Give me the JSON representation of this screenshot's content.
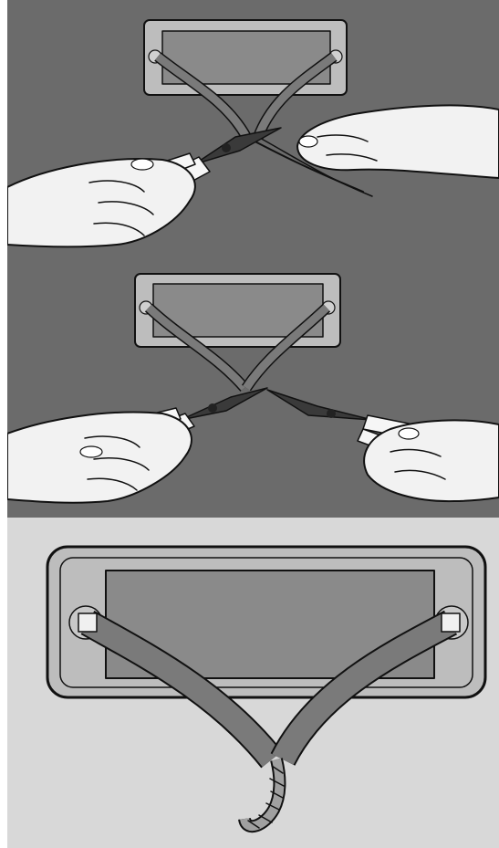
{
  "figure": {
    "panels": [
      {
        "step": 1,
        "depicts": "pliers-twisting-wire-ends",
        "background": "#6b6b6b"
      },
      {
        "step": 2,
        "depicts": "two-pliers-twisting-wires",
        "background": "#6b6b6b"
      },
      {
        "step": 3,
        "depicts": "twisted-earth-tail-from-box",
        "background": "#d8d8d8"
      }
    ],
    "colors": {
      "dark_panel_bg": "#6b6b6b",
      "light_panel_bg": "#d8d8d8",
      "box_frame": "#bdbdbd",
      "box_recess": "#8a8a8a",
      "wire_sleeve": "#7a7a7a",
      "hand": "#f2f2f2",
      "plier_handle": "#f6f6f6",
      "plier_jaw": "#3a3a3a"
    }
  }
}
